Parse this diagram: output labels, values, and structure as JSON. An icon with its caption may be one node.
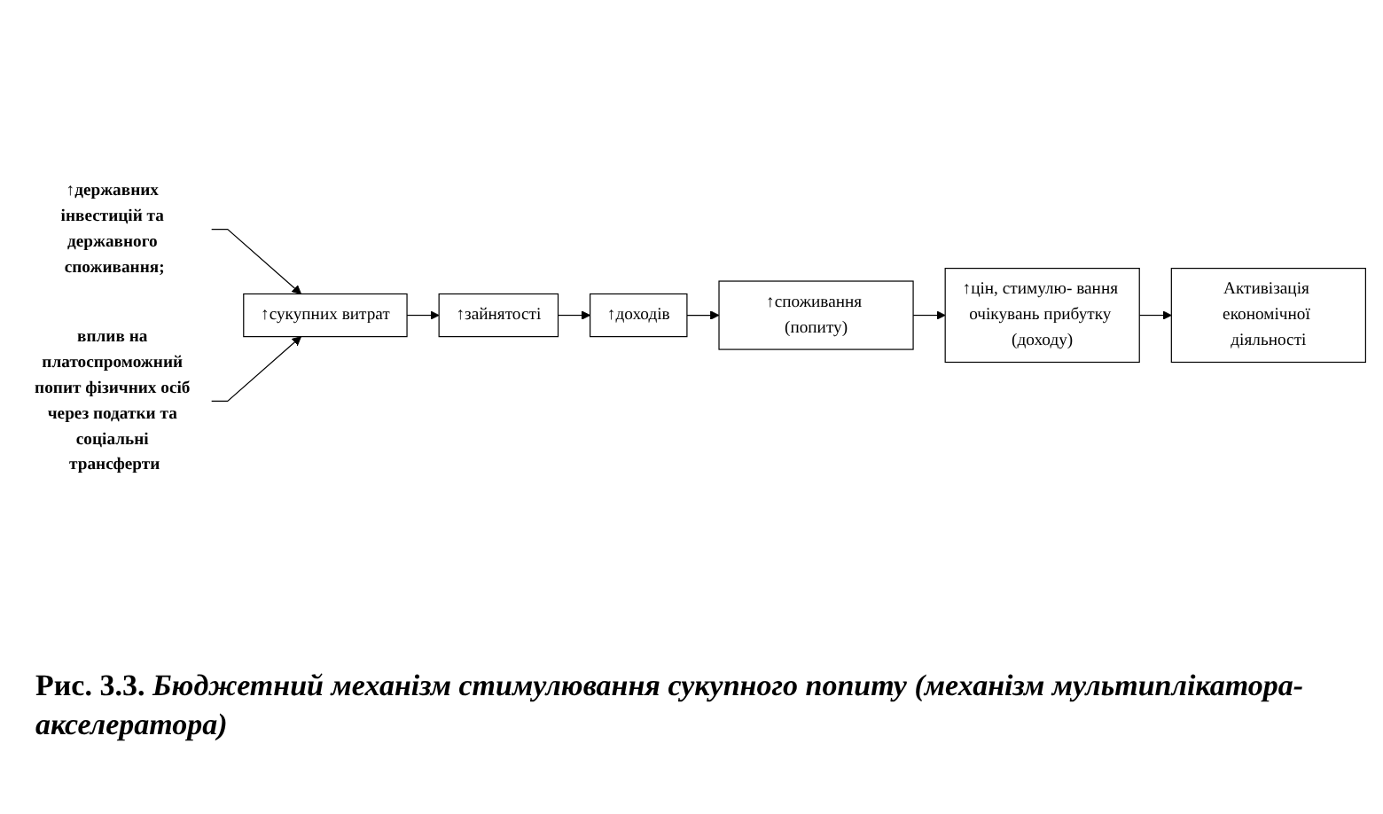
{
  "diagram": {
    "caption": "Рис. 3.3. *Бюджетний механізм стимулювання сукупного попиту (механізм мультиплікатора-акселератора)*",
    "nodes": [
      {
        "text": [
          "↑державних інвестицій та державного споживання;"
        ]
      },
      {
        "text": [
          "вплив на платоспроможний попит фізичних осіб через податки та соціальні трансферти"
        ]
      },
      {
        "text": [
          "↑сукупних витрат"
        ]
      },
      {
        "text": [
          "↑зайнятості"
        ]
      },
      {
        "text": [
          "↑доходів"
        ]
      },
      {
        "text": [
          "↑споживання (попиту)"
        ]
      },
      {
        "text": [
          "↑цін, стимулю- вання очікувань прибутку (доходу)"
        ]
      },
      {
        "text": [
          "Активізація економічної діяльності"
        ]
      }
    ],
    "edges": [
      {
        "from": 0,
        "to": 2,
        "arrow": "to"
      },
      {
        "from": 1,
        "to": 2,
        "arrow": "to"
      },
      {
        "from": 2,
        "to": 3,
        "arrow": "to"
      },
      {
        "from": 3,
        "to": 4,
        "arrow": "to"
      },
      {
        "from": 4,
        "to": 5,
        "arrow": "to"
      },
      {
        "from": 5,
        "to": 6,
        "arrow": "to"
      },
      {
        "from": 6,
        "to": 7,
        "arrow": "to"
      }
    ]
  }
}
